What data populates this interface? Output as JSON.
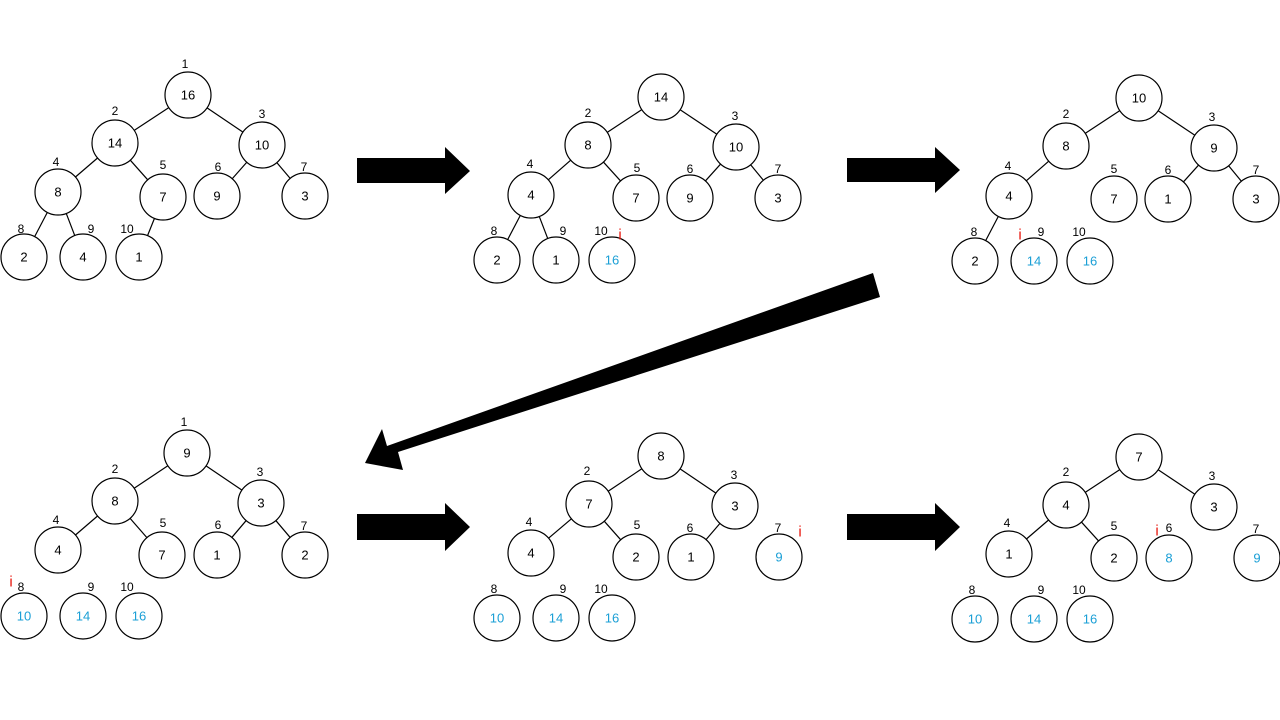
{
  "colors": {
    "normal": "#000000",
    "sorted": "#1a9fd6",
    "marker": "#e8160c",
    "arrow": "#000000"
  },
  "marker_text": "i",
  "trees": [
    {
      "nodes": [
        {
          "i": "1",
          "v": "16",
          "s": false,
          "show_idx": true
        },
        {
          "i": "2",
          "v": "14",
          "s": false,
          "show_idx": true
        },
        {
          "i": "3",
          "v": "10",
          "s": false,
          "show_idx": true
        },
        {
          "i": "4",
          "v": "8",
          "s": false,
          "show_idx": true
        },
        {
          "i": "5",
          "v": "7",
          "s": false,
          "show_idx": true
        },
        {
          "i": "6",
          "v": "9",
          "s": false,
          "show_idx": true
        },
        {
          "i": "7",
          "v": "3",
          "s": false,
          "show_idx": true
        },
        {
          "i": "8",
          "v": "2",
          "s": false,
          "show_idx": true
        },
        {
          "i": "9",
          "v": "4",
          "s": false,
          "show_idx": true
        },
        {
          "i": "10",
          "v": "1",
          "s": false,
          "show_idx": true
        }
      ],
      "edges": [
        [
          1,
          2
        ],
        [
          1,
          3
        ],
        [
          2,
          4
        ],
        [
          2,
          5
        ],
        [
          3,
          6
        ],
        [
          3,
          7
        ],
        [
          4,
          8
        ],
        [
          4,
          9
        ],
        [
          5,
          10
        ]
      ],
      "marker_at": null
    },
    {
      "nodes": [
        {
          "i": "1",
          "v": "14",
          "s": false,
          "show_idx": false
        },
        {
          "i": "2",
          "v": "8",
          "s": false,
          "show_idx": true
        },
        {
          "i": "3",
          "v": "10",
          "s": false,
          "show_idx": true
        },
        {
          "i": "4",
          "v": "4",
          "s": false,
          "show_idx": true
        },
        {
          "i": "5",
          "v": "7",
          "s": false,
          "show_idx": true
        },
        {
          "i": "6",
          "v": "9",
          "s": false,
          "show_idx": true
        },
        {
          "i": "7",
          "v": "3",
          "s": false,
          "show_idx": true
        },
        {
          "i": "8",
          "v": "2",
          "s": false,
          "show_idx": true
        },
        {
          "i": "9",
          "v": "1",
          "s": false,
          "show_idx": true
        },
        {
          "i": "10",
          "v": "16",
          "s": true,
          "show_idx": true
        }
      ],
      "edges": [
        [
          1,
          2
        ],
        [
          1,
          3
        ],
        [
          2,
          4
        ],
        [
          2,
          5
        ],
        [
          3,
          6
        ],
        [
          3,
          7
        ],
        [
          4,
          8
        ],
        [
          4,
          9
        ]
      ],
      "marker_at": 10
    },
    {
      "nodes": [
        {
          "i": "1",
          "v": "10",
          "s": false,
          "show_idx": false
        },
        {
          "i": "2",
          "v": "8",
          "s": false,
          "show_idx": true
        },
        {
          "i": "3",
          "v": "9",
          "s": false,
          "show_idx": true
        },
        {
          "i": "4",
          "v": "4",
          "s": false,
          "show_idx": true
        },
        {
          "i": "5",
          "v": "7",
          "s": false,
          "show_idx": true
        },
        {
          "i": "6",
          "v": "1",
          "s": false,
          "show_idx": true
        },
        {
          "i": "7",
          "v": "3",
          "s": false,
          "show_idx": true
        },
        {
          "i": "8",
          "v": "2",
          "s": false,
          "show_idx": true
        },
        {
          "i": "9",
          "v": "14",
          "s": true,
          "show_idx": true
        },
        {
          "i": "10",
          "v": "16",
          "s": true,
          "show_idx": true
        }
      ],
      "edges": [
        [
          1,
          2
        ],
        [
          1,
          3
        ],
        [
          2,
          4
        ],
        [
          3,
          6
        ],
        [
          3,
          7
        ],
        [
          4,
          8
        ]
      ],
      "marker_at": 9
    },
    {
      "nodes": [
        {
          "i": "1",
          "v": "9",
          "s": false,
          "show_idx": true
        },
        {
          "i": "2",
          "v": "8",
          "s": false,
          "show_idx": true
        },
        {
          "i": "3",
          "v": "3",
          "s": false,
          "show_idx": true
        },
        {
          "i": "4",
          "v": "4",
          "s": false,
          "show_idx": true
        },
        {
          "i": "5",
          "v": "7",
          "s": false,
          "show_idx": true
        },
        {
          "i": "6",
          "v": "1",
          "s": false,
          "show_idx": true
        },
        {
          "i": "7",
          "v": "2",
          "s": false,
          "show_idx": true
        },
        {
          "i": "8",
          "v": "10",
          "s": true,
          "show_idx": true
        },
        {
          "i": "9",
          "v": "14",
          "s": true,
          "show_idx": true
        },
        {
          "i": "10",
          "v": "16",
          "s": true,
          "show_idx": true
        }
      ],
      "edges": [
        [
          1,
          2
        ],
        [
          1,
          3
        ],
        [
          2,
          4
        ],
        [
          2,
          5
        ],
        [
          3,
          6
        ],
        [
          3,
          7
        ]
      ],
      "marker_at": 8
    },
    {
      "nodes": [
        {
          "i": "1",
          "v": "8",
          "s": false,
          "show_idx": false
        },
        {
          "i": "2",
          "v": "7",
          "s": false,
          "show_idx": true
        },
        {
          "i": "3",
          "v": "3",
          "s": false,
          "show_idx": true
        },
        {
          "i": "4",
          "v": "4",
          "s": false,
          "show_idx": true
        },
        {
          "i": "5",
          "v": "2",
          "s": false,
          "show_idx": true
        },
        {
          "i": "6",
          "v": "1",
          "s": false,
          "show_idx": true
        },
        {
          "i": "7",
          "v": "9",
          "s": true,
          "show_idx": true
        },
        {
          "i": "8",
          "v": "10",
          "s": true,
          "show_idx": true
        },
        {
          "i": "9",
          "v": "14",
          "s": true,
          "show_idx": true
        },
        {
          "i": "10",
          "v": "16",
          "s": true,
          "show_idx": true
        }
      ],
      "edges": [
        [
          1,
          2
        ],
        [
          1,
          3
        ],
        [
          2,
          4
        ],
        [
          2,
          5
        ],
        [
          3,
          6
        ]
      ],
      "marker_at": 7
    },
    {
      "nodes": [
        {
          "i": "1",
          "v": "7",
          "s": false,
          "show_idx": false
        },
        {
          "i": "2",
          "v": "4",
          "s": false,
          "show_idx": true
        },
        {
          "i": "3",
          "v": "3",
          "s": false,
          "show_idx": true
        },
        {
          "i": "4",
          "v": "1",
          "s": false,
          "show_idx": true
        },
        {
          "i": "5",
          "v": "2",
          "s": false,
          "show_idx": true
        },
        {
          "i": "6",
          "v": "8",
          "s": true,
          "show_idx": true
        },
        {
          "i": "7",
          "v": "9",
          "s": true,
          "show_idx": true
        },
        {
          "i": "8",
          "v": "10",
          "s": true,
          "show_idx": true
        },
        {
          "i": "9",
          "v": "14",
          "s": true,
          "show_idx": true
        },
        {
          "i": "10",
          "v": "16",
          "s": true,
          "show_idx": true
        }
      ],
      "edges": [
        [
          1,
          2
        ],
        [
          1,
          3
        ],
        [
          2,
          4
        ],
        [
          2,
          5
        ]
      ],
      "marker_at": 6
    }
  ]
}
